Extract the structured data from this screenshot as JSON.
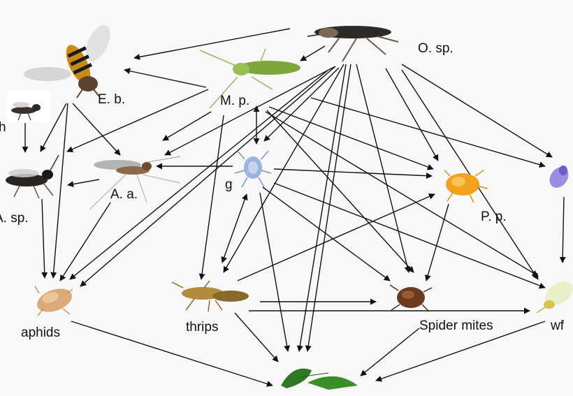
{
  "diagram": {
    "labels": {
      "o_sp": "O. sp.",
      "e_b": "E. b.",
      "m_p": "M. p.",
      "g": "g",
      "a_a": "A. a.",
      "a_sp": "A. sp.",
      "p_p": "P. p.",
      "aphids": "aphids",
      "thrips": "thrips",
      "spider_mites": "Spider mites",
      "wf": "wf",
      "left_cut": "h"
    },
    "icons": {
      "o_sp": "bug-icon",
      "e_b": "hoverfly-icon",
      "m_p": "lacewing-icon",
      "g": "mite-icon",
      "a_a": "gall-midge-icon",
      "a_sp": "wasp-icon",
      "wasp_small": "small-wasp-icon",
      "p_p": "predatory-mite-icon",
      "aphids": "aphid-icon",
      "thrips": "thrips-icon",
      "spider_mites": "spider-mite-icon",
      "wf": "whitefly-icon",
      "beetle": "beetle-icon",
      "plant": "plant-leaf-icon"
    },
    "colors": {
      "arrow": "#111111",
      "background": "#f8f8f8"
    }
  }
}
